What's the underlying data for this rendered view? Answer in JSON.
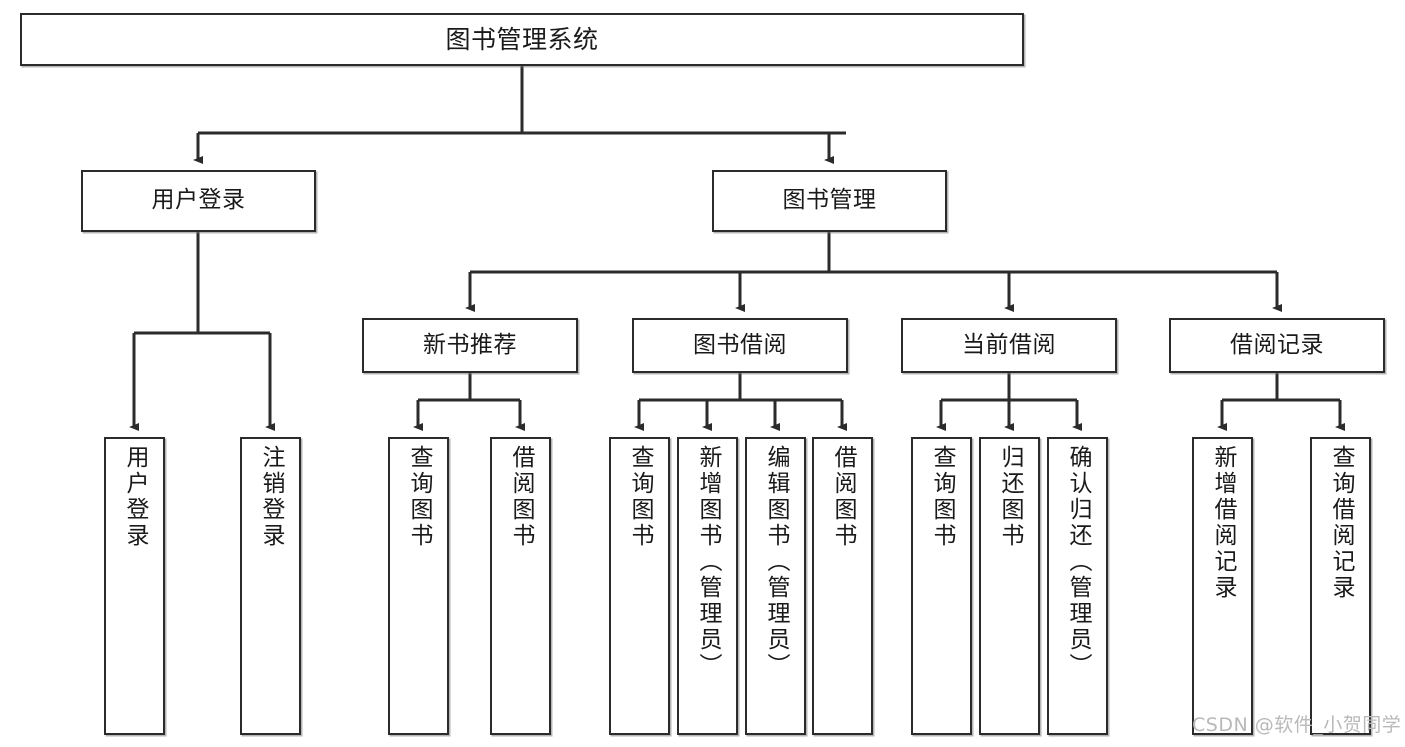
{
  "diagram": {
    "title": "图书管理系统",
    "watermark": "CSDN @软件_小贺同学",
    "nodes": {
      "root": {
        "label": "图书管理系统"
      },
      "user_login": {
        "label": "用户登录"
      },
      "book_manage": {
        "label": "图书管理"
      },
      "new_book_rec": {
        "label": "新书推荐"
      },
      "book_borrow": {
        "label": "图书借阅"
      },
      "current_borrow": {
        "label": "当前借阅"
      },
      "borrow_record": {
        "label": "借阅记录"
      },
      "leaf_user_login": {
        "label": "用户登录"
      },
      "leaf_logout": {
        "label": "注销登录"
      },
      "leaf_query_book_a": {
        "label": "查询图书"
      },
      "leaf_borrow_book_a": {
        "label": "借阅图书"
      },
      "leaf_query_book_b": {
        "label": "查询图书"
      },
      "leaf_add_book_admin": {
        "label": "新增图书（管理员）"
      },
      "leaf_edit_book_admin": {
        "label": "编辑图书（管理员）"
      },
      "leaf_borrow_book_b": {
        "label": "借阅图书"
      },
      "leaf_query_book_c": {
        "label": "查询图书"
      },
      "leaf_return_book": {
        "label": "归还图书"
      },
      "leaf_confirm_return_admin": {
        "label": "确认归还（管理员）"
      },
      "leaf_add_borrow_record": {
        "label": "新增借阅记录"
      },
      "leaf_query_borrow_record": {
        "label": "查询借阅记录"
      }
    },
    "edges": [
      {
        "from": "root",
        "to": "user_login"
      },
      {
        "from": "root",
        "to": "book_manage"
      },
      {
        "from": "user_login",
        "to": "leaf_user_login"
      },
      {
        "from": "user_login",
        "to": "leaf_logout"
      },
      {
        "from": "book_manage",
        "to": "new_book_rec"
      },
      {
        "from": "book_manage",
        "to": "book_borrow"
      },
      {
        "from": "book_manage",
        "to": "current_borrow"
      },
      {
        "from": "book_manage",
        "to": "borrow_record"
      },
      {
        "from": "new_book_rec",
        "to": "leaf_query_book_a"
      },
      {
        "from": "new_book_rec",
        "to": "leaf_borrow_book_a"
      },
      {
        "from": "book_borrow",
        "to": "leaf_query_book_b"
      },
      {
        "from": "book_borrow",
        "to": "leaf_add_book_admin"
      },
      {
        "from": "book_borrow",
        "to": "leaf_edit_book_admin"
      },
      {
        "from": "book_borrow",
        "to": "leaf_borrow_book_b"
      },
      {
        "from": "current_borrow",
        "to": "leaf_query_book_c"
      },
      {
        "from": "current_borrow",
        "to": "leaf_return_book"
      },
      {
        "from": "current_borrow",
        "to": "leaf_confirm_return_admin"
      },
      {
        "from": "borrow_record",
        "to": "leaf_add_borrow_record"
      },
      {
        "from": "borrow_record",
        "to": "leaf_query_borrow_record"
      }
    ],
    "colors": {
      "stroke": "#2b2b2b",
      "fill": "#ffffff",
      "text": "#1a1a1a",
      "watermark": "#b9b9b9"
    }
  }
}
